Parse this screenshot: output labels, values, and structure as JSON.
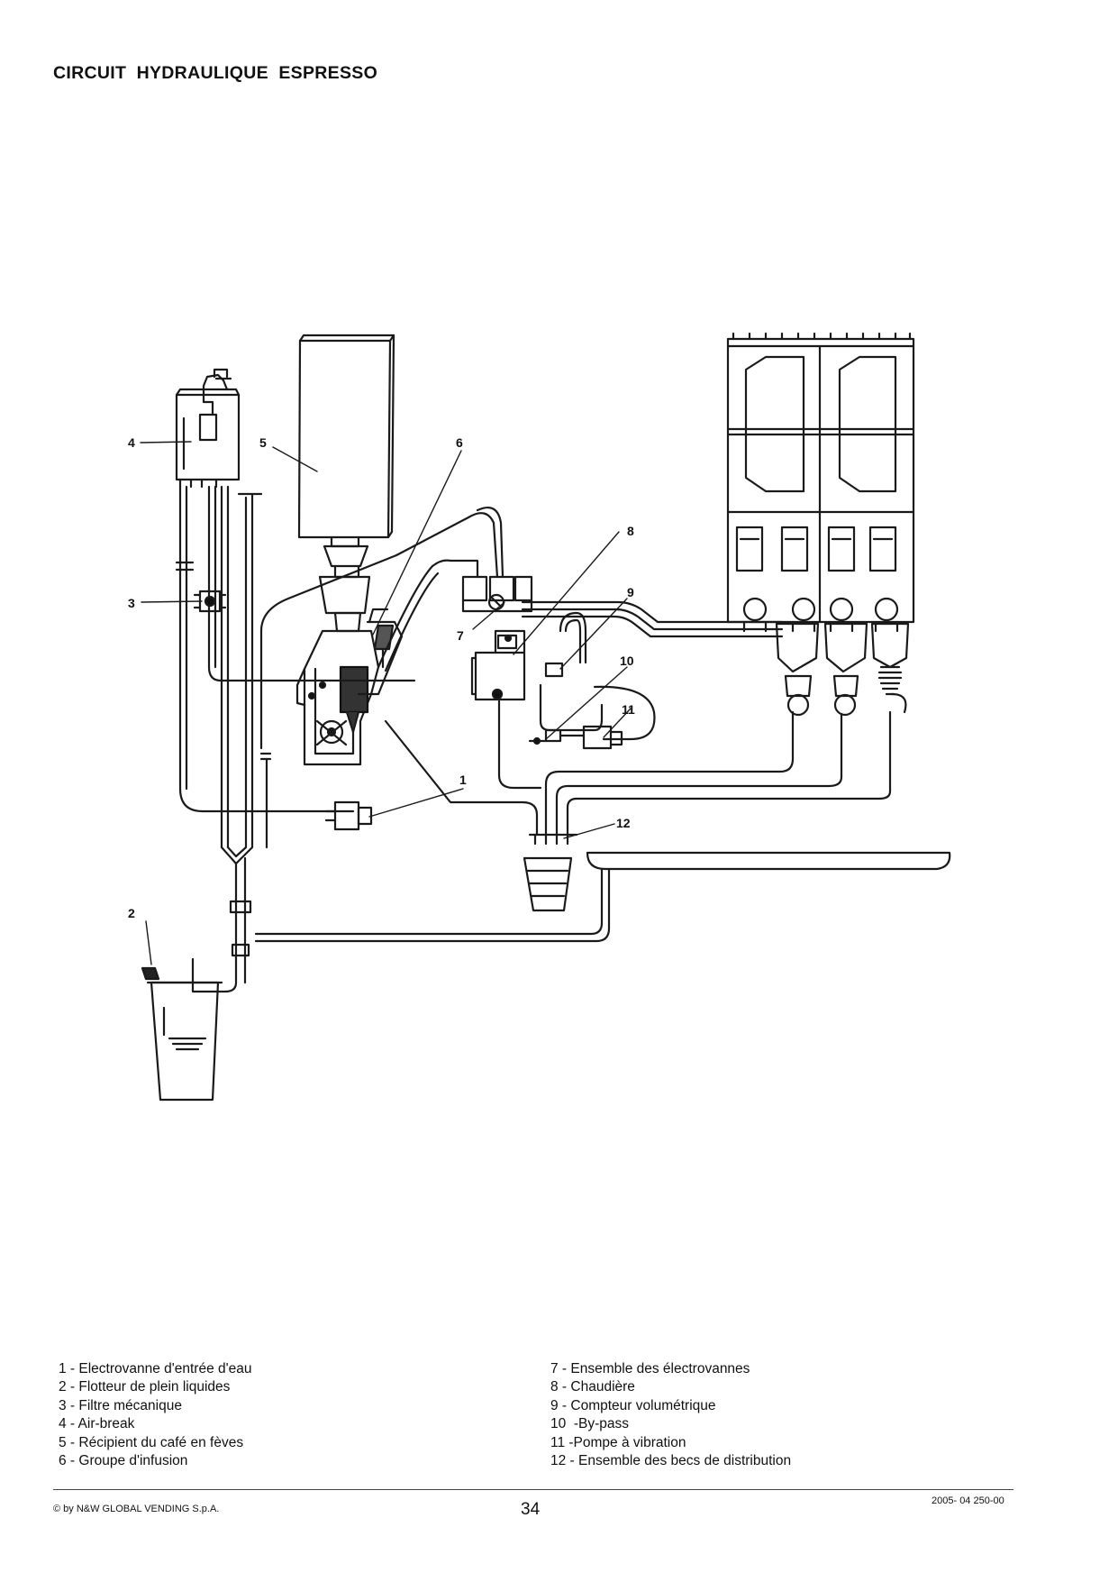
{
  "title": "CIRCUIT  HYDRAULIQUE  ESPRESSO",
  "callouts": [
    "1",
    "2",
    "3",
    "4",
    "5",
    "6",
    "7",
    "8",
    "9",
    "10",
    "11",
    "12"
  ],
  "legend_left": [
    "1 - Electrovanne d'entrée d'eau",
    "2 - Flotteur de plein liquides",
    "3 - Filtre mécanique",
    "4 - Air-break",
    "5 - Récipient du café en fèves",
    "6 - Groupe d'infusion"
  ],
  "legend_right": [
    "7 - Ensemble des électrovannes",
    "8 - Chaudière",
    "9 - Compteur volumétrique",
    "10  -By-pass",
    "11 -Pompe à vibration",
    "12 - Ensemble des becs de distribution"
  ],
  "footer": {
    "copyright": "© by N&W GLOBAL VENDING S.p.A.",
    "page_number": "34",
    "doc_code": "2005- 04 250-00"
  }
}
